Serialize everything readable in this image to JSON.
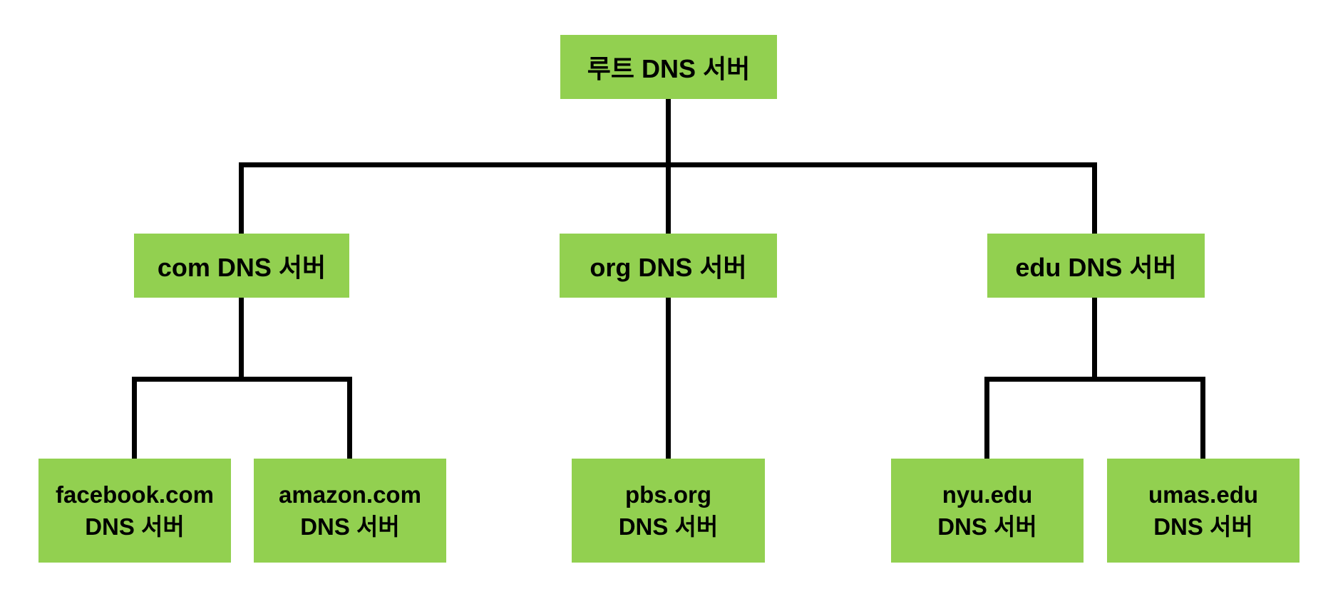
{
  "diagram": {
    "type": "tree",
    "description": "DNS server hierarchy",
    "colors": {
      "background": "#ffffff",
      "node_fill": "#92d050",
      "node_text": "#000000",
      "connector": "#000000"
    },
    "nodes": {
      "root": {
        "label": "루트 DNS 서버"
      },
      "com": {
        "label": "com DNS 서버"
      },
      "org": {
        "label": "org DNS 서버"
      },
      "edu": {
        "label": "edu DNS 서버"
      },
      "facebook": {
        "line1": "facebook.com",
        "line2": "DNS 서버"
      },
      "amazon": {
        "line1": "amazon.com",
        "line2": "DNS 서버"
      },
      "pbs": {
        "line1": "pbs.org",
        "line2": "DNS 서버"
      },
      "nyu": {
        "line1": "nyu.edu",
        "line2": "DNS 서버"
      },
      "umas": {
        "line1": "umas.edu",
        "line2": "DNS 서버"
      }
    },
    "edges": [
      {
        "from": "root",
        "to": "com"
      },
      {
        "from": "root",
        "to": "org"
      },
      {
        "from": "root",
        "to": "edu"
      },
      {
        "from": "com",
        "to": "facebook"
      },
      {
        "from": "com",
        "to": "amazon"
      },
      {
        "from": "org",
        "to": "pbs"
      },
      {
        "from": "edu",
        "to": "nyu"
      },
      {
        "from": "edu",
        "to": "umas"
      }
    ]
  }
}
